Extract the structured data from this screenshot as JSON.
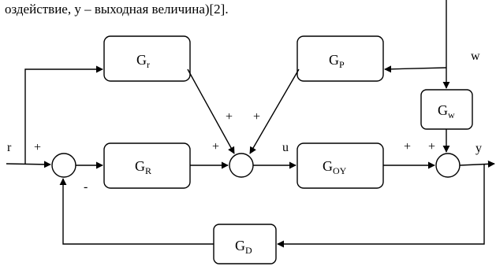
{
  "header_text": "оздействие, y – выходная величина)[2].",
  "blocks": {
    "Gr": {
      "main": "G",
      "sub": "r"
    },
    "GP": {
      "main": "G",
      "sub": "P"
    },
    "Gw": {
      "main": "G",
      "sub": "w"
    },
    "GR": {
      "main": "G",
      "sub": "R"
    },
    "GOY": {
      "main": "G",
      "sub": "OY"
    },
    "GD": {
      "main": "G",
      "sub": "D"
    }
  },
  "signals": {
    "r": "r",
    "u": "u",
    "w": "w",
    "y": "y"
  },
  "signs": {
    "sum1_plus": "+",
    "sum1_minus": "-",
    "sum2_top_left": "+",
    "sum2_top_right": "+",
    "sum2_left": "+",
    "sum3_left": "+",
    "sum3_top": "+"
  }
}
